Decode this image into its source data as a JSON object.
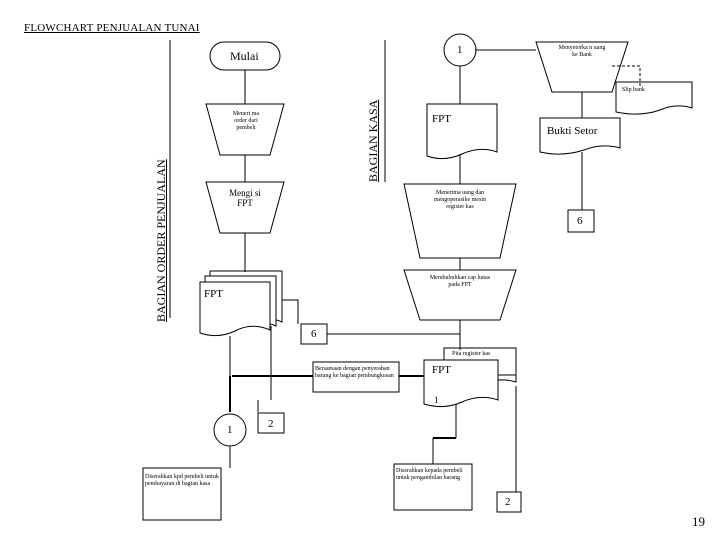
{
  "title": "FLOWCHART PENJUALAN TUNAI",
  "lanes": {
    "order": "BAGIAN ORDER PENJUALAN",
    "kasa": "BAGIAN KASA"
  },
  "order": {
    "start": "Mulai",
    "receive_order": "Meneri ma order dari pembeli",
    "fill_fpt": "Mengi si FPT",
    "doc_fpt": "FPT",
    "connector_6": "6",
    "connector_1": "1",
    "connector_2": "2",
    "send_note": "Diserahkan kpd pembeli untuk pembayaran di bagian kasa"
  },
  "kasa": {
    "connector_1": "1",
    "doc_fpt": "FPT",
    "receive_money": "Menerima uang dan mengoperasike mesin register kas",
    "stamp": "Membubuhkan cap lunas pada FPT",
    "register_strip": "Pita register kas",
    "doc_fpt2": "FPT",
    "doc_fpt2_num": "1",
    "together_note": "Bersamaan dengan penyerahan barang ke bagian pembungkusan",
    "hand_over_note": "Diserahkan kepada pembeli untuk pengambilan barang",
    "connector_2": "2",
    "deposit": "Menyetorka n uang ke Bank",
    "slip": "Slip bank",
    "proof": "Bukti Setor",
    "connector_6": "6"
  },
  "page_number": "19"
}
